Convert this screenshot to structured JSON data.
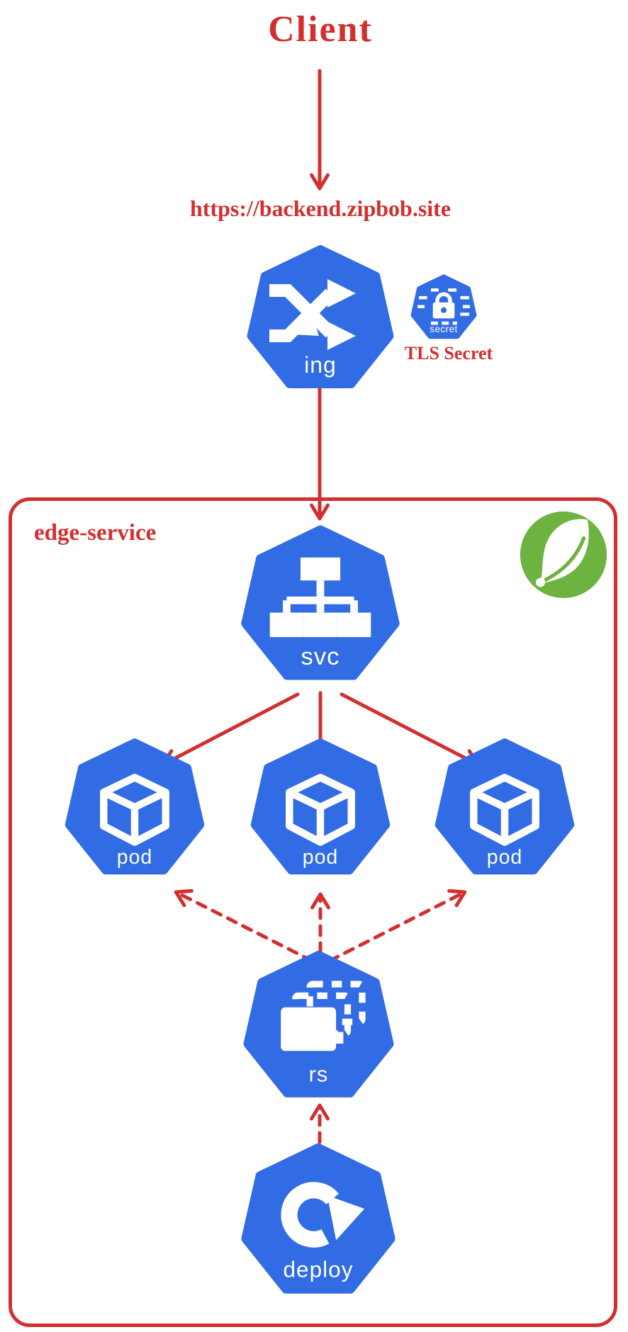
{
  "colors": {
    "kubernetes_blue": "#326ce5",
    "accent_red": "#d32f2f",
    "spring_green": "#6db33f",
    "icon_glyph_white": "#ffffff",
    "background": "#ffffff"
  },
  "client": {
    "label": "Client"
  },
  "endpoint_url": "https://backend.zipbob.site",
  "ingress": {
    "label": "ing",
    "icon": "ingress-shuffle-arrows-icon"
  },
  "tls_secret": {
    "icon_label": "secret",
    "caption": "TLS Secret",
    "icon": "padlock-icon"
  },
  "edge_service_group": {
    "label": "edge-service",
    "logo_icon": "spring-leaf-logo"
  },
  "service": {
    "label": "svc",
    "icon": "network-tree-icon"
  },
  "pods": [
    {
      "label": "pod"
    },
    {
      "label": "pod"
    },
    {
      "label": "pod"
    }
  ],
  "replicaset": {
    "label": "rs",
    "icon": "stacked-rectangles-icon"
  },
  "deployment": {
    "label": "deploy",
    "icon": "circular-arrow-icon"
  }
}
